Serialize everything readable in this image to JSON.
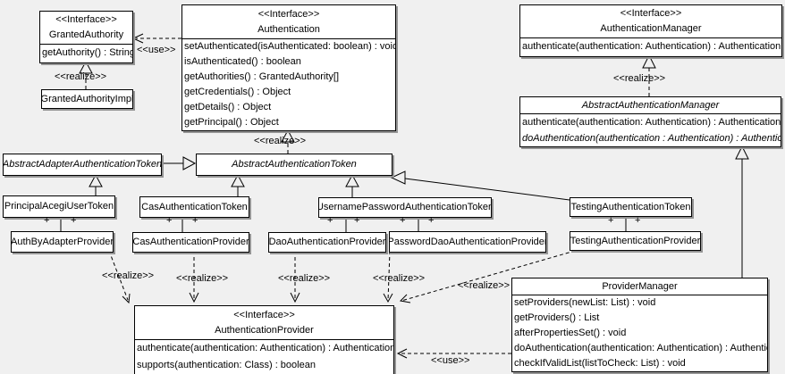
{
  "diagram": {
    "background_color": "#f0f0f0",
    "box_fill": "#ffffff",
    "line_color": "#000000"
  },
  "labels": {
    "use": "<<use>>",
    "realize": "<<realize>>",
    "plus": "+"
  },
  "classes": {
    "granted_authority": {
      "stereotype": "<<Interface>>",
      "name": "GrantedAuthority",
      "methods": [
        "getAuthority() : String"
      ]
    },
    "authentication": {
      "stereotype": "<<Interface>>",
      "name": "Authentication",
      "methods": [
        "setAuthenticated(isAuthenticated: boolean) : void",
        "isAuthenticated() : boolean",
        "getAuthorities() : GrantedAuthority[]",
        "getCredentials() : Object",
        "getDetails() : Object",
        "getPrincipal() : Object"
      ]
    },
    "authentication_manager": {
      "stereotype": "<<Interface>>",
      "name": "AuthenticationManager",
      "methods": [
        "authenticate(authentication: Authentication) : Authentication"
      ]
    },
    "abstract_authentication_manager": {
      "name": "AbstractAuthenticationManager",
      "methods": [
        "authenticate(authentication: Authentication) : Authentication",
        "doAuthentication(authentication : Authentication) : Authentication"
      ]
    },
    "granted_authority_impl": {
      "name": "GrantedAuthorityImpl"
    },
    "abstract_adapter_authentication_token": {
      "name": "AbstractAdapterAuthenticationToken"
    },
    "abstract_authentication_token": {
      "name": "AbstractAuthenticationToken"
    },
    "principal_acegi_user_token": {
      "name": "PrincipalAcegiUserToken"
    },
    "cas_authentication_token": {
      "name": "CasAuthenticationToken"
    },
    "username_password_authentication_token": {
      "name": "UsernamePasswordAuthenticationToken"
    },
    "testing_authentication_token": {
      "name": "TestingAuthenticationToken"
    },
    "auth_by_adapter_provider": {
      "name": "AuthByAdapterProvider"
    },
    "cas_authentication_provider": {
      "name": "CasAuthenticationProvider"
    },
    "dao_authentication_provider": {
      "name": "DaoAuthenticationProvider"
    },
    "password_dao_authentication_provider": {
      "name": "PasswordDaoAuthenticationProvider"
    },
    "testing_authentication_provider": {
      "name": "TestingAuthenticationProvider"
    },
    "provider_manager": {
      "name": "ProviderManager",
      "methods": [
        "setProviders(newList: List) : void",
        "getProviders() : List",
        "afterPropertiesSet() : void",
        "doAuthentication(authentication: Authentication) : Authentication",
        "checkIfValidList(listToCheck: List) : void"
      ]
    },
    "authentication_provider": {
      "stereotype": "<<Interface>>",
      "name": "AuthenticationProvider",
      "methods": [
        "authenticate(authentication: Authentication) : Authentication",
        "supports(authentication: Class) : boolean"
      ]
    }
  }
}
